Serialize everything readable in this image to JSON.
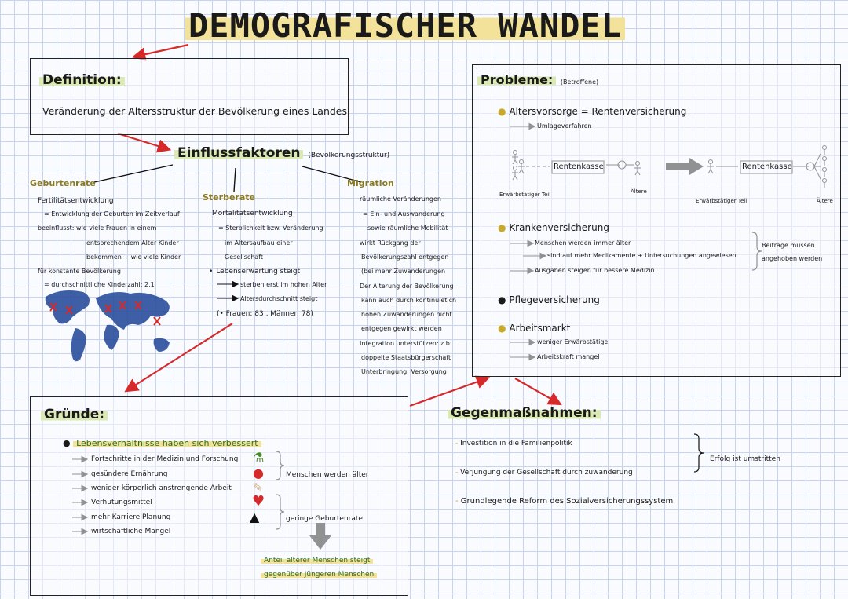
{
  "title": "DEMOGRAFISCHER WANDEL",
  "definition": {
    "heading": "Definition:",
    "text": "Veränderung der Altersstruktur der Bevölkerung eines Landes."
  },
  "einfluss": {
    "heading": "Einflussfaktoren",
    "sub": "(Bevölkerungsstruktur)"
  },
  "geburtenrate": {
    "heading": "Geburtenrate",
    "l1": "Fertilitätsentwicklung",
    "l2": "= Entwicklung der Geburten im Zeitverlauf",
    "l3": "beeinflusst: wie viele Frauen in einem",
    "l4": "entsprechendem Alter Kinder",
    "l5": "bekommen + wie viele Kinder",
    "l6": "für konstante Bevölkerung",
    "l7": "= durchschnittliche Kinderzahl: 2,1"
  },
  "sterberate": {
    "heading": "Sterberate",
    "l1": "Mortalitätsentwicklung",
    "l2": "= Sterblichkeit bzw. Veränderung",
    "l3": "im Altersaufbau einer",
    "l4": "Gesellschaft",
    "l5": "Lebenserwartung steigt",
    "l6": "sterben erst im hohen Alter",
    "l7": "Altersdurchschnitt steigt",
    "l8": "(• Frauen: 83 , Männer: 78)"
  },
  "migration": {
    "heading": "Migration",
    "l1": "räumliche Veränderungen",
    "l2": "= Ein- und Auswanderung",
    "l3": "sowie räumliche Mobilität",
    "l4": "wirkt Rückgang der",
    "l5": "Bevölkerungszahl entgegen",
    "l6": "(bei mehr Zuwanderungen",
    "l7": "Der Alterung der Bevölkerung",
    "l8": "kann auch durch kontinuietich",
    "l9": "hohen Zuwanderungen nicht",
    "l10": "entgegen gewirkt werden",
    "l11": "Integration unterstützen: z.b:",
    "l12": "doppelte Staatsbürgerschaft",
    "l13": "Unterbringung, Versorgung"
  },
  "probleme": {
    "heading": "Probleme:",
    "sub": "(Betroffene)",
    "alter": "Altersvorsorge = Rentenversicherung",
    "umlage": "Umlageverfahren",
    "kasse1": "Rentenkasse",
    "kasse2": "Rentenkasse",
    "erw1": "Erwärbstätiger Teil",
    "aeltere1": "Ältere",
    "erw2": "Erwärbstätiger Teil",
    "aeltere2": "Ältere",
    "kranken": "Krankenversicherung",
    "k1": "Menschen werden immer älter",
    "k2": "sind auf mehr Medikamente + Untersuchungen angewiesen",
    "k3": "Ausgaben steigen für bessere Medizin",
    "beitrag1": "Beiträge müssen",
    "beitrag2": "angehoben werden",
    "pflege": "Pflegeversicherung",
    "arbeit": "Arbeitsmarkt",
    "a1": "weniger Erwärbstätige",
    "a2": "Arbeitskraft mangel"
  },
  "gruende": {
    "heading": "Gründe:",
    "main": "Lebensverhältnisse haben sich verbessert",
    "g1": "Fortschritte in der Medizin und Forschung",
    "g2": "gesündere Ernährung",
    "g3": "weniger körperlich anstrengende Arbeit",
    "g4": "Verhütungsmittel",
    "g5": "mehr Karriere Planung",
    "g6": "wirtschaftliche Mangel",
    "r1": "Menschen werden älter",
    "r2": "geringe Geburtenrate",
    "result1": "Anteil älterer Menschen steigt",
    "result2": "gegenüber Jüngeren Menschen"
  },
  "gegen": {
    "heading": "Gegenmaßnahmen:",
    "m1": "Investition in die Familienpolitik",
    "m2": "Verjüngung der Gesellschaft durch zuwanderung",
    "m3": "Grundlegende Reform des Sozialversicherungssystem",
    "note": "Erfolg ist umstritten"
  },
  "colors": {
    "accent_yellow": "#f3e39a",
    "accent_green": "#dbe9b4",
    "arrow_red": "#d62a2a",
    "map_blue": "#2a4f9c"
  }
}
